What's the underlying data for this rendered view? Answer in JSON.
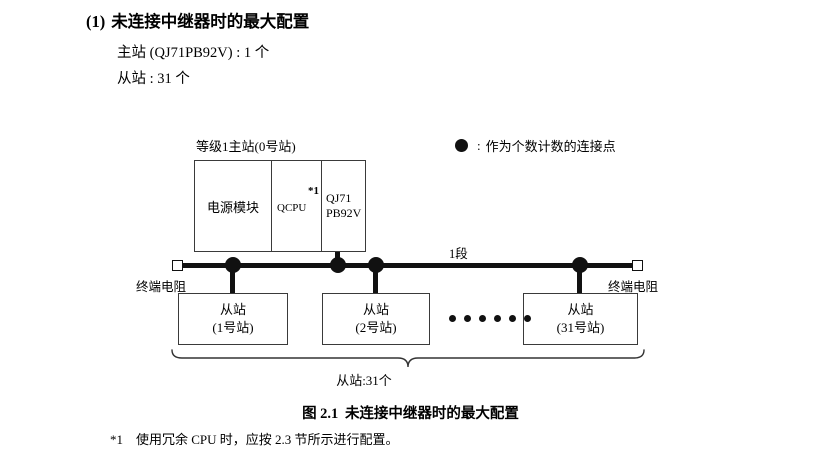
{
  "heading": {
    "number": "(1)",
    "text": "未连接中继器时的最大配置"
  },
  "spec": {
    "master": "主站 (QJ71PB92V) : 1 个",
    "slave": "从站 : 31 个"
  },
  "legend": {
    "symbol_name": "filled-circle-icon",
    "colon": ":",
    "text": "作为个数计数的连接点"
  },
  "diagram": {
    "rack_title": "等级1主站(0号站)",
    "modules": {
      "power": "电源模块",
      "cpu": "QCPU",
      "cpu_note": "*1",
      "network": "QJ71\nPB92V",
      "network_line1": "QJ71",
      "network_line2": "PB92V"
    },
    "segment_label": "1段",
    "terminating_resistor_left": "终端电阻",
    "terminating_resistor_right": "终端电阻",
    "slaves": [
      {
        "name": "从站",
        "station": "(1号站)"
      },
      {
        "name": "从站",
        "station": "(2号站)"
      },
      {
        "name": "从站",
        "station": "(31号站)"
      }
    ],
    "ellipsis_count": 6,
    "brace_label": "从站:31个"
  },
  "caption": {
    "number": "图 2.1",
    "text": "未连接中继器时的最大配置"
  },
  "footnote": {
    "marker": "*1",
    "text": "使用冗余 CPU 时，应按 2.3 节所示进行配置。"
  },
  "colors": {
    "ink": "#000000",
    "line": "#111111",
    "box_border": "#3a3a3a",
    "background": "#ffffff"
  }
}
